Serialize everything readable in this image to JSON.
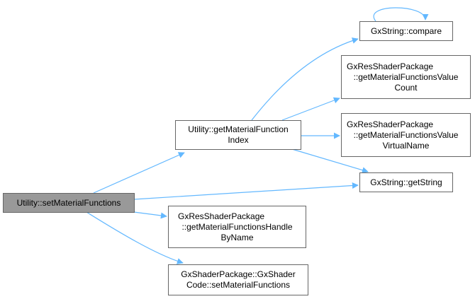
{
  "diagram": {
    "type": "call-graph",
    "edge_color": "#63b8ff",
    "node_border_color": "#666666",
    "root_fill": "#999999",
    "nodes": [
      {
        "id": "root",
        "lines": [
          "Utility::setMaterialFunctions"
        ],
        "root": true
      },
      {
        "id": "getIndex",
        "lines": [
          "Utility::getMaterialFunction",
          "Index"
        ]
      },
      {
        "id": "compare",
        "lines": [
          "GxString::compare"
        ]
      },
      {
        "id": "valueCount",
        "lines": [
          "GxResShaderPackage",
          "::getMaterialFunctionsValue",
          "Count"
        ]
      },
      {
        "id": "virtualName",
        "lines": [
          "GxResShaderPackage",
          "::getMaterialFunctionsValue",
          "VirtualName"
        ]
      },
      {
        "id": "getString",
        "lines": [
          "GxString::getString"
        ]
      },
      {
        "id": "handleByName",
        "lines": [
          "GxResShaderPackage",
          "::getMaterialFunctionsHandle",
          "ByName"
        ]
      },
      {
        "id": "shaderCode",
        "lines": [
          "GxShaderPackage::GxShader",
          "Code::setMaterialFunctions"
        ]
      }
    ],
    "edges": [
      {
        "from": "root",
        "to": "getIndex"
      },
      {
        "from": "root",
        "to": "getString"
      },
      {
        "from": "root",
        "to": "handleByName"
      },
      {
        "from": "root",
        "to": "shaderCode"
      },
      {
        "from": "getIndex",
        "to": "compare"
      },
      {
        "from": "getIndex",
        "to": "valueCount"
      },
      {
        "from": "getIndex",
        "to": "virtualName"
      },
      {
        "from": "getIndex",
        "to": "getString"
      },
      {
        "from": "compare",
        "to": "compare"
      }
    ]
  }
}
